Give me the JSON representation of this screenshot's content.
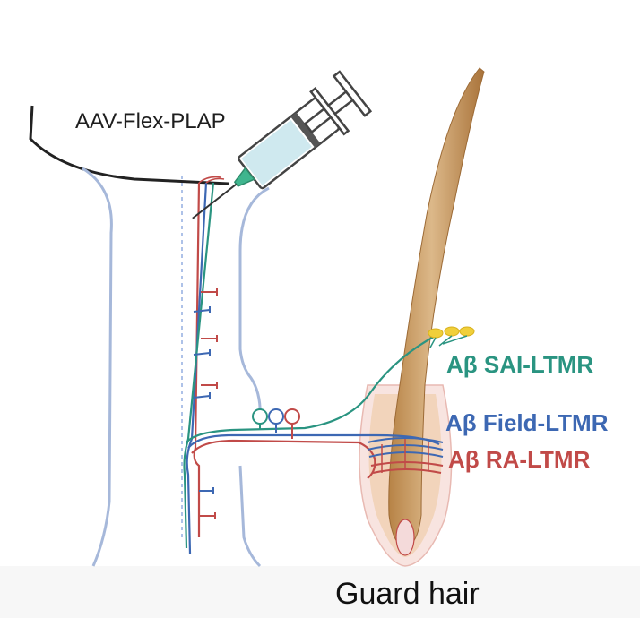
{
  "labels": {
    "injection": "AAV-Flex-PLAP",
    "sai": "Aβ SAI-LTMR",
    "field": "Aβ Field-LTMR",
    "ra": "Aβ RA-LTMR",
    "hair": "Guard hair"
  },
  "colors": {
    "sai": "#2a9481",
    "field": "#3d68b3",
    "ra": "#c14a48",
    "spinal_cord": "#9fb3d8",
    "hair": "#c89a62",
    "syringe_fluid": "#cfe9ef"
  }
}
